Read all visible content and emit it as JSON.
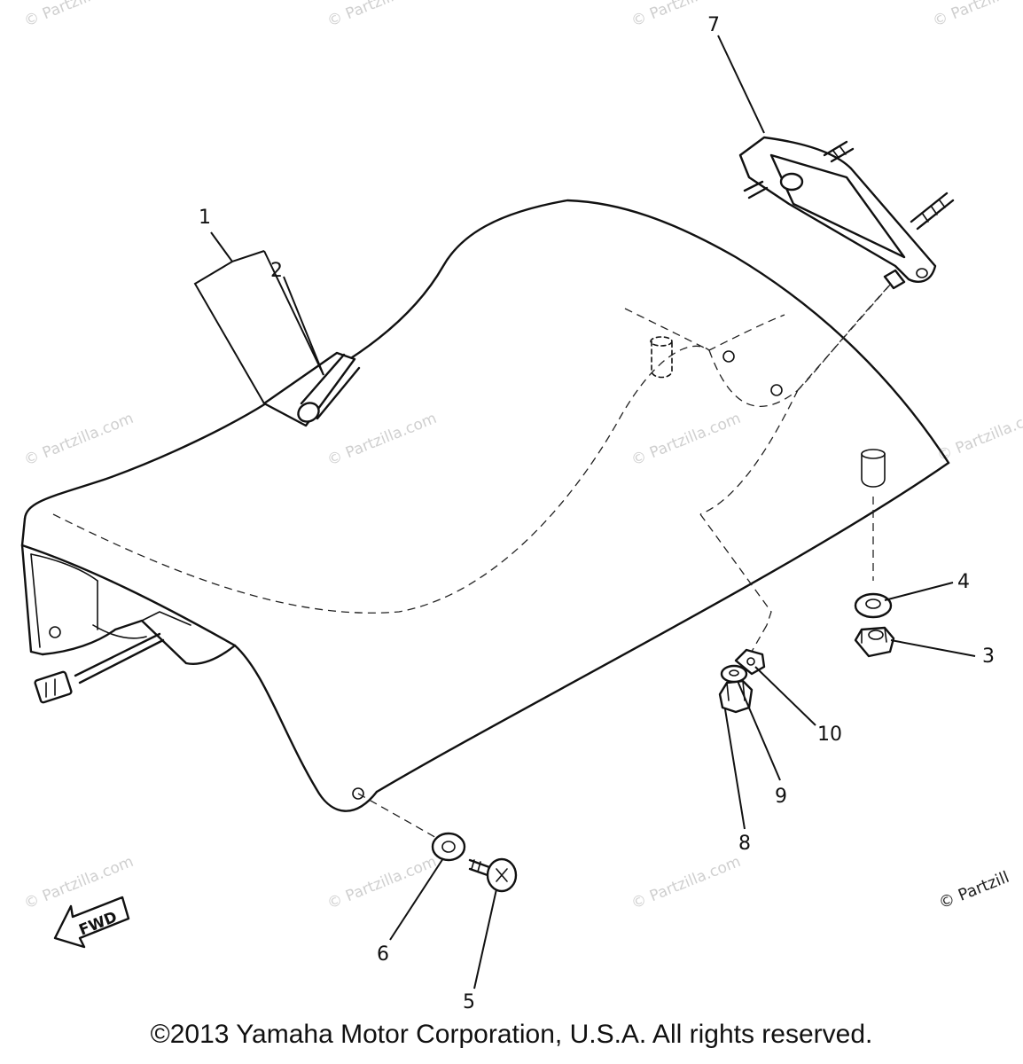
{
  "diagram": {
    "callouts": [
      {
        "id": "c1",
        "label": "1"
      },
      {
        "id": "c2",
        "label": "2"
      },
      {
        "id": "c3",
        "label": "3"
      },
      {
        "id": "c4",
        "label": "4"
      },
      {
        "id": "c5",
        "label": "5"
      },
      {
        "id": "c6",
        "label": "6"
      },
      {
        "id": "c7",
        "label": "7"
      },
      {
        "id": "c8",
        "label": "8"
      },
      {
        "id": "c9",
        "label": "9"
      },
      {
        "id": "c10",
        "label": "10"
      }
    ],
    "direction_label": "FWD",
    "watermark": "© Partzilla.com",
    "watermark_edge": "© Partzill"
  },
  "footer": {
    "copyright": "©2013  Yamaha Motor Corporation, U.S.A. All rights reserved."
  }
}
